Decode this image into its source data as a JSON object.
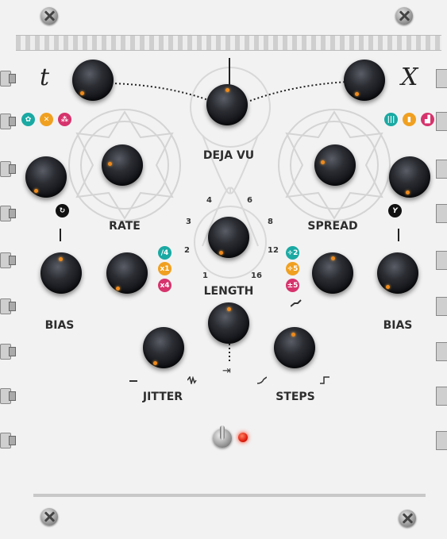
{
  "labels": {
    "t": "t",
    "x": "X",
    "deja_vu": "DEJA VU",
    "rate": "RATE",
    "spread": "SPREAD",
    "length": "LENGTH",
    "bias_left": "BIAS",
    "bias_right": "BIAS",
    "jitter": "JITTER",
    "steps": "STEPS"
  },
  "length_scale": [
    "1",
    "2",
    "3",
    "4",
    "6",
    "8",
    "12",
    "16"
  ],
  "rate_range_badges": [
    "/4",
    "x1",
    "x4"
  ],
  "spread_range_badges": [
    "÷2",
    "÷5",
    "±5"
  ],
  "t_mode_badges": [
    "t-mode-1",
    "t-mode-2",
    "t-mode-3"
  ],
  "x_mode_badges": [
    "x-mode-1",
    "x-mode-2",
    "x-mode-3"
  ],
  "colors": {
    "teal": "#1aa9a3",
    "orange": "#f0a020",
    "magenta": "#d6336c",
    "led_red": "#e02010",
    "indicator": "#f08a1c"
  },
  "y_badge": "Y"
}
